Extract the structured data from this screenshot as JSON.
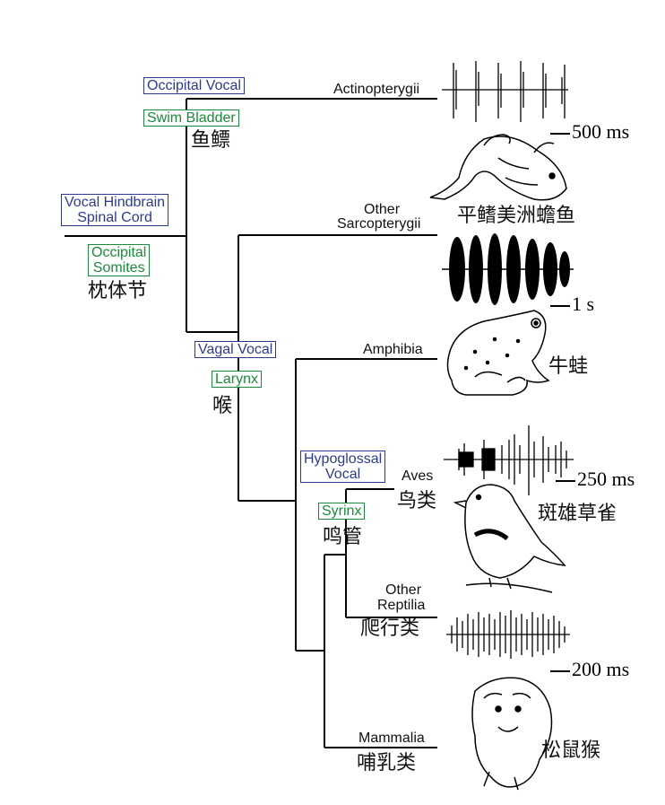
{
  "taxa": {
    "actinopterygii": "Actinopterygii",
    "other_sarcopterygii_1": "Other",
    "other_sarcopterygii_2": "Sarcopterygii",
    "amphibia": "Amphibia",
    "aves": "Aves",
    "aves_cn": "鸟类",
    "other_reptilia_1": "Other",
    "other_reptilia_2": "Reptilia",
    "reptilia_cn": "爬行类",
    "mammalia": "Mammalia",
    "mammalia_cn": "哺乳类"
  },
  "traits": {
    "occipital_vocal": "Occipital Vocal",
    "swim_bladder": "Swim Bladder",
    "swim_bladder_cn": "鱼鳔",
    "vocal_hindbrain_1": "Vocal Hindbrain",
    "vocal_hindbrain_2": "Spinal Cord",
    "occipital_somites_1": "Occipital",
    "occipital_somites_2": "Somites",
    "occipital_somites_cn": "枕体节",
    "vagal_vocal": "Vagal Vocal",
    "larynx": "Larynx",
    "larynx_cn": "喉",
    "hypoglossal_1": "Hypoglossal",
    "hypoglossal_2": "Vocal",
    "syrinx": "Syrinx",
    "syrinx_cn": "鸣管"
  },
  "species": {
    "fish_cn": "平鳍美洲蟾鱼",
    "frog_cn": "牛蛙",
    "finch_cn": "斑雄草雀",
    "monkey_cn": "松鼠猴"
  },
  "scale_bars": {
    "fish": "500 ms",
    "frog": "1 s",
    "finch": "250 ms",
    "monkey": "200 ms"
  },
  "colors": {
    "blue_trait": "#2c3b8f",
    "green_trait": "#1b8a3a"
  }
}
